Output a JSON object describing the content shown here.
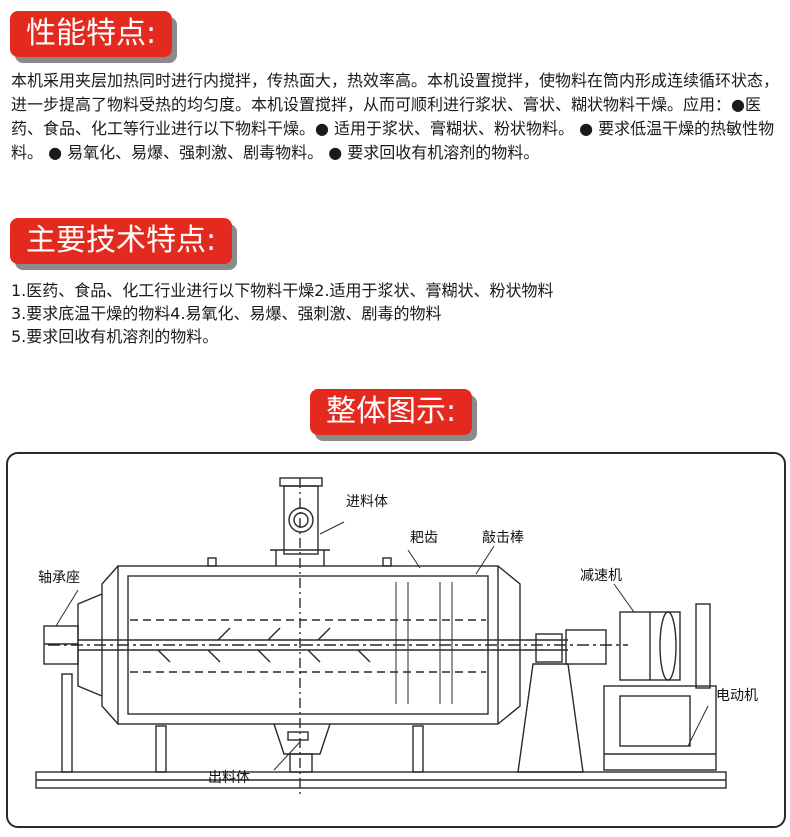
{
  "section1": {
    "title": "性能特点:",
    "body": "本机采用夹层加热同时进行内搅拌，传热面大，热效率高。本机设置搅拌，使物料在筒内形成连续循环状态，进一步提高了物料受热的均匀度。本机设置搅拌，从而可顺利进行浆状、膏状、糊状物料干燥。应用：●医药、食品、化工等行业进行以下物料干燥。● 适用于浆状、膏糊状、粉状物料。 ● 要求低温干燥的热敏性物料。 ● 易氧化、易爆、强刺激、剧毒物料。 ● 要求回收有机溶剂的物料。"
  },
  "section2": {
    "title": "主要技术特点:",
    "lines": [
      "1.医药、食品、化工行业进行以下物料干燥2.适用于浆状、膏糊状、粉状物料",
      "3.要求底温干燥的物料4.易氧化、易爆、强刺激、剧毒的物料",
      "5.要求回收有机溶剂的物料。"
    ]
  },
  "section3": {
    "title": "整体图示:",
    "labels": {
      "inlet": "进料体",
      "rake": "耙齿",
      "striker": "敲击棒",
      "bearing": "轴承座",
      "reducer": "减速机",
      "motor": "电动机",
      "outlet": "出料体"
    }
  },
  "colors": {
    "accent": "#e42a1f",
    "shadow": "#8a8a8a",
    "line": "#2a2a2a"
  }
}
